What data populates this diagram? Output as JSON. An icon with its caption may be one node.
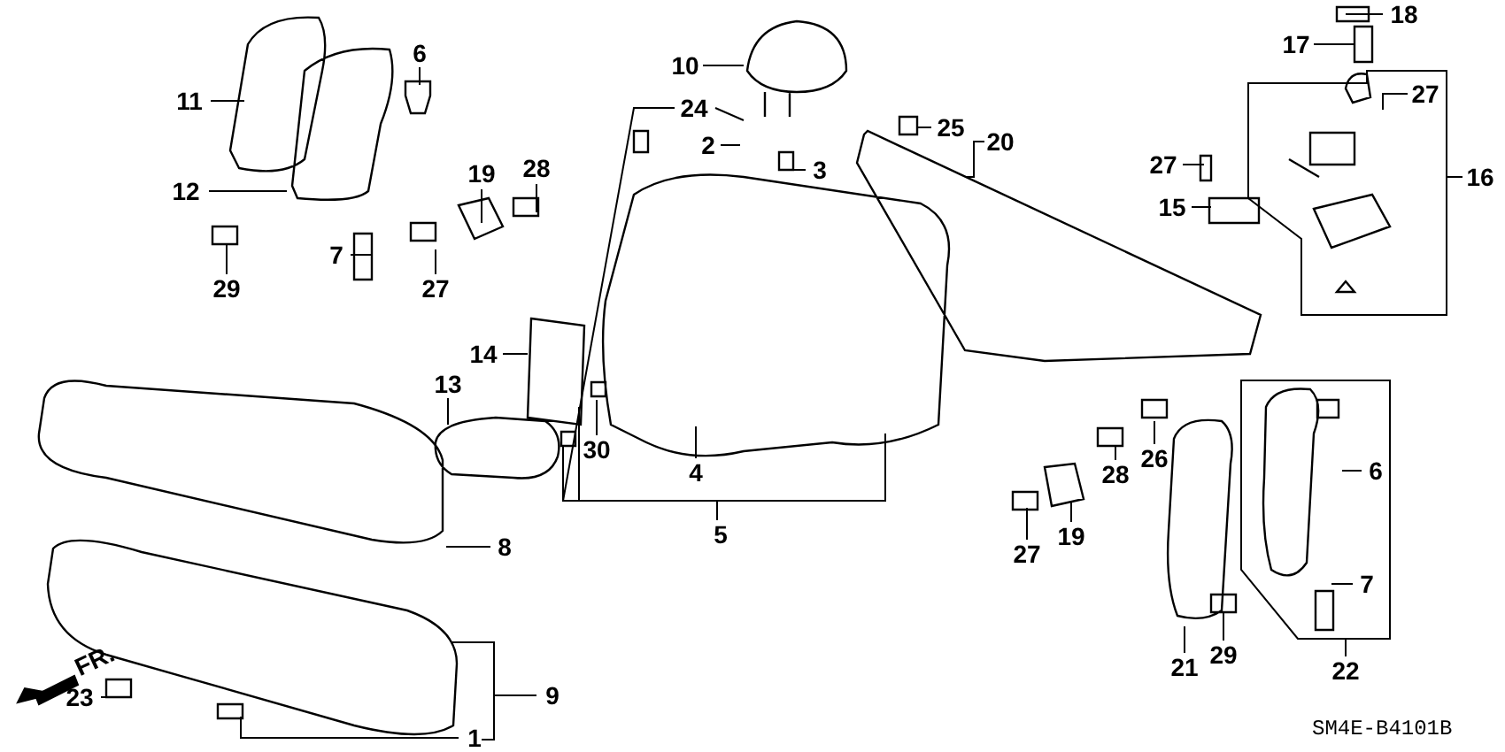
{
  "diagram": {
    "nodes": [
      {
        "text": [
          "18"
        ]
      },
      {
        "text": [
          "17"
        ]
      },
      {
        "text": [
          "6"
        ]
      },
      {
        "text": [
          "10"
        ]
      },
      {
        "text": [
          "27"
        ]
      },
      {
        "text": [
          "11"
        ]
      },
      {
        "text": [
          "24"
        ]
      },
      {
        "text": [
          "25"
        ]
      },
      {
        "text": [
          "20"
        ]
      },
      {
        "text": [
          "2"
        ]
      },
      {
        "text": [
          "27"
        ]
      },
      {
        "text": [
          "28"
        ]
      },
      {
        "text": [
          "3"
        ]
      },
      {
        "text": [
          "19"
        ]
      },
      {
        "text": [
          "16"
        ]
      },
      {
        "text": [
          "12"
        ]
      },
      {
        "text": [
          "15"
        ]
      },
      {
        "text": [
          "7"
        ]
      },
      {
        "text": [
          "29"
        ]
      },
      {
        "text": [
          "27"
        ]
      },
      {
        "text": [
          "14"
        ]
      },
      {
        "text": [
          "13"
        ]
      },
      {
        "text": [
          "30"
        ]
      },
      {
        "text": [
          "26"
        ]
      },
      {
        "text": [
          "6"
        ]
      },
      {
        "text": [
          "4"
        ]
      },
      {
        "text": [
          "28"
        ]
      },
      {
        "text": [
          "19"
        ]
      },
      {
        "text": [
          "5"
        ]
      },
      {
        "text": [
          "8"
        ]
      },
      {
        "text": [
          "27"
        ]
      },
      {
        "text": [
          "7"
        ]
      },
      {
        "text": [
          "29"
        ]
      },
      {
        "text": [
          "21"
        ]
      },
      {
        "text": [
          "22"
        ]
      },
      {
        "text": [
          "9"
        ]
      },
      {
        "text": [
          "23"
        ]
      },
      {
        "text": [
          "1"
        ]
      }
    ],
    "edges": [
      {
        "from": 0,
        "to": null,
        "arrow": "none"
      },
      {
        "from": 1,
        "to": null,
        "arrow": "none"
      },
      {
        "from": 2,
        "to": null,
        "arrow": "none"
      },
      {
        "from": 3,
        "to": null,
        "arrow": "none"
      },
      {
        "from": 4,
        "to": null,
        "arrow": "none"
      },
      {
        "from": 5,
        "to": null,
        "arrow": "none"
      },
      {
        "from": 6,
        "to": null,
        "arrow": "none"
      },
      {
        "from": 7,
        "to": null,
        "arrow": "none"
      },
      {
        "from": 8,
        "to": null,
        "arrow": "none"
      },
      {
        "from": 9,
        "to": null,
        "arrow": "none"
      },
      {
        "from": 10,
        "to": null,
        "arrow": "none"
      },
      {
        "from": 11,
        "to": null,
        "arrow": "none"
      },
      {
        "from": 12,
        "to": null,
        "arrow": "none"
      },
      {
        "from": 13,
        "to": null,
        "arrow": "none"
      },
      {
        "from": 14,
        "to": null,
        "arrow": "none"
      },
      {
        "from": 15,
        "to": null,
        "arrow": "none"
      },
      {
        "from": 16,
        "to": null,
        "arrow": "none"
      },
      {
        "from": 17,
        "to": null,
        "arrow": "none"
      },
      {
        "from": 18,
        "to": null,
        "arrow": "none"
      },
      {
        "from": 19,
        "to": null,
        "arrow": "none"
      },
      {
        "from": 20,
        "to": null,
        "arrow": "none"
      },
      {
        "from": 21,
        "to": null,
        "arrow": "none"
      },
      {
        "from": 22,
        "to": null,
        "arrow": "none"
      },
      {
        "from": 23,
        "to": null,
        "arrow": "none"
      },
      {
        "from": 24,
        "to": null,
        "arrow": "none"
      },
      {
        "from": 25,
        "to": null,
        "arrow": "none"
      },
      {
        "from": 26,
        "to": null,
        "arrow": "none"
      },
      {
        "from": 27,
        "to": null,
        "arrow": "none"
      },
      {
        "from": 28,
        "to": null,
        "arrow": "none"
      },
      {
        "from": 29,
        "to": null,
        "arrow": "none"
      },
      {
        "from": 30,
        "to": null,
        "arrow": "none"
      },
      {
        "from": 31,
        "to": null,
        "arrow": "none"
      },
      {
        "from": 32,
        "to": null,
        "arrow": "none"
      },
      {
        "from": 33,
        "to": null,
        "arrow": "none"
      },
      {
        "from": 34,
        "to": null,
        "arrow": "none"
      },
      {
        "from": 35,
        "to": null,
        "arrow": "none"
      },
      {
        "from": 36,
        "to": null,
        "arrow": "none"
      },
      {
        "from": 37,
        "to": null,
        "arrow": "none"
      }
    ],
    "labels": [
      "FR.",
      "SM4E-B4101B"
    ]
  }
}
